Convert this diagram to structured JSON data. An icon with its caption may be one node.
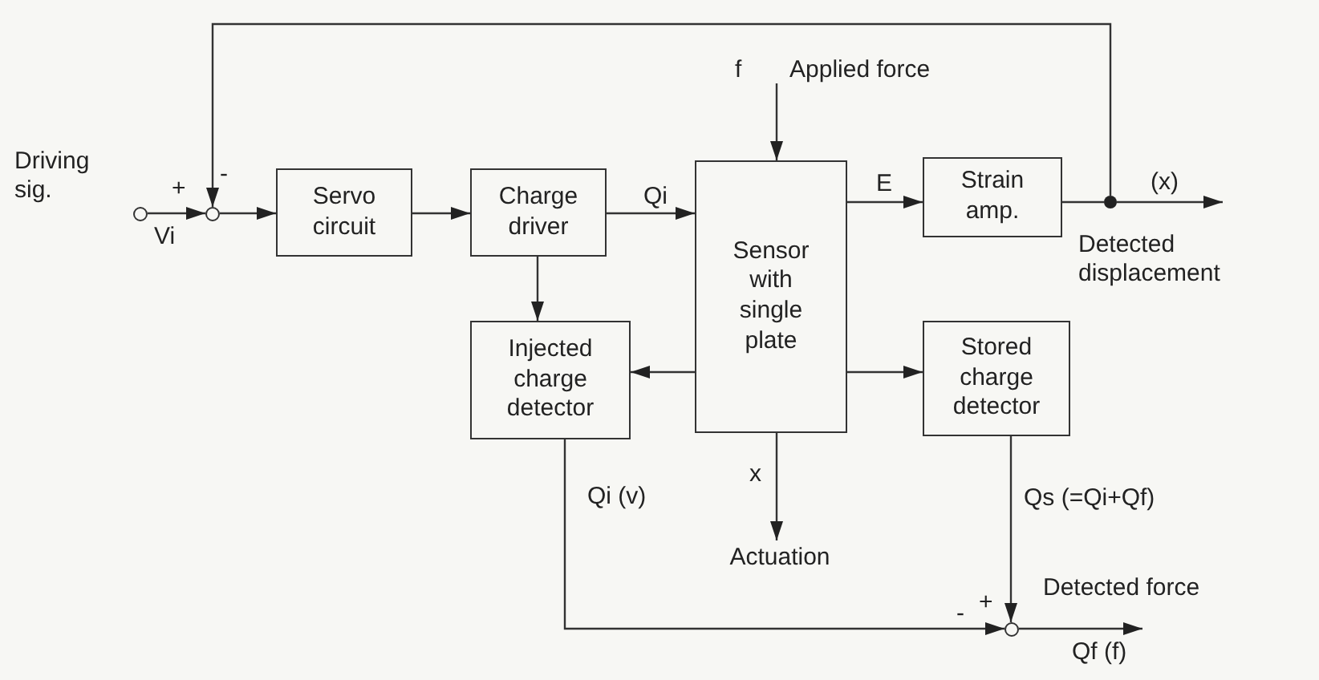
{
  "diagram": {
    "nodes": [
      {
        "text": [],
        "shape": "circle",
        "beside": [
          "Driving sig."
        ]
      },
      {
        "text": [],
        "shape": "circle"
      },
      {
        "text": [
          "Servo circuit"
        ]
      },
      {
        "text": [
          "Charge driver"
        ]
      },
      {
        "text": [
          "Sensor with single plate"
        ]
      },
      {
        "text": [
          "Strain amp."
        ]
      },
      {
        "text": [
          "Injected charge detector"
        ]
      },
      {
        "text": [
          "Stored charge detector"
        ]
      },
      {
        "text": [
          "Actuation"
        ]
      },
      {
        "text": [],
        "shape": "circle"
      },
      {
        "text": [],
        "shape": "circle"
      }
    ],
    "edges": [
      {
        "from": 0,
        "to": 1,
        "arrow": "to",
        "label": "Vi"
      },
      {
        "from": 1,
        "to": 2,
        "arrow": "to"
      },
      {
        "from": 2,
        "to": 3,
        "arrow": "to"
      },
      {
        "from": 3,
        "to": 4,
        "arrow": "to",
        "label": "Qi"
      },
      {
        "from": 3,
        "to": 6,
        "arrow": "to"
      },
      {
        "from": 4,
        "to": 6,
        "arrow": "to"
      },
      {
        "from": 4,
        "to": 5,
        "arrow": "to",
        "label": "E"
      },
      {
        "from": 4,
        "to": 7,
        "arrow": "to"
      },
      {
        "from": 4,
        "to": 8,
        "arrow": "to",
        "label": "x"
      },
      {
        "from": 5,
        "to": 10,
        "arrow": "none"
      },
      {
        "from": 10,
        "to": null,
        "arrow": "to",
        "label": "(x)"
      },
      {
        "from": 10,
        "to": 1,
        "arrow": "to"
      },
      {
        "from": 6,
        "to": 9,
        "arrow": "to",
        "label": "Qi (v)"
      },
      {
        "from": 7,
        "to": 9,
        "arrow": "to",
        "label": "Qs (=Qi+Qf)"
      },
      {
        "from": 9,
        "to": null,
        "arrow": "to",
        "label": "Qf (f)"
      },
      {
        "from": null,
        "to": 4,
        "arrow": "to",
        "label": "f"
      }
    ],
    "labels": [
      "+",
      "-",
      "Applied force",
      "Detected displacement",
      "+",
      "-",
      "Detected force"
    ]
  }
}
